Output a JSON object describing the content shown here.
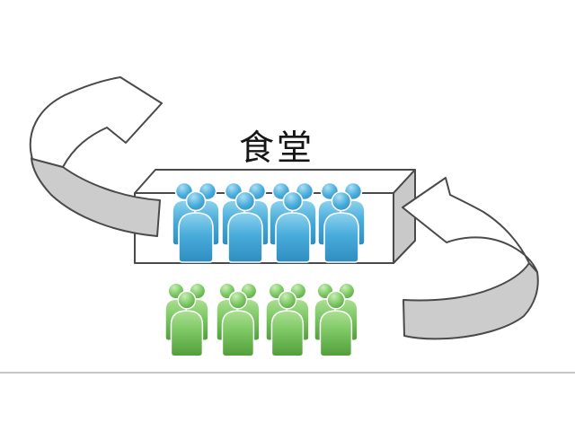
{
  "title": "食堂",
  "colors": {
    "blue": {
      "light": "#aadff4",
      "base": "#49acdb",
      "dark": "#2f8dc0",
      "bodytop": "#8ed3ee"
    },
    "green": {
      "light": "#c8eeb4",
      "base": "#7cc763",
      "dark": "#519e3b",
      "bodytop": "#abe093"
    },
    "ribbon": "#cccccc",
    "box_side": "#c9c9c9",
    "box_face": "#ffffff",
    "outline": "#4a4a4a",
    "divider": "#b3b3b3"
  },
  "groups": {
    "inside_box": {
      "color_name": "blue",
      "group_count": 4,
      "people_per_group": 3
    },
    "outside_box": {
      "color_name": "green",
      "group_count": 4,
      "people_per_group": 3
    }
  },
  "arrows": {
    "left": {
      "name": "rotate-out-curved-arrow",
      "direction": "up-right"
    },
    "right": {
      "name": "rotate-in-curved-arrow",
      "direction": "left-into-box"
    }
  }
}
